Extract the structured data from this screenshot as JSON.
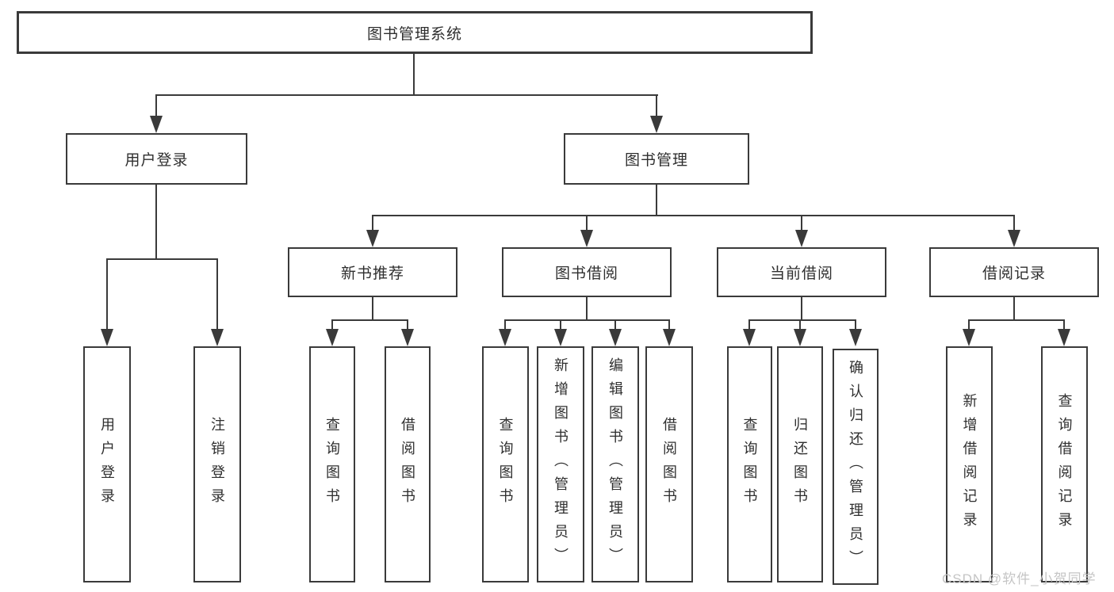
{
  "tree": {
    "label": "图书管理系统",
    "children": [
      {
        "label": "用户登录",
        "children": [
          {
            "label": "用户登录"
          },
          {
            "label": "注销登录"
          }
        ]
      },
      {
        "label": "图书管理",
        "children": [
          {
            "label": "新书推荐",
            "children": [
              {
                "label": "查询图书"
              },
              {
                "label": "借阅图书"
              }
            ]
          },
          {
            "label": "图书借阅",
            "children": [
              {
                "label": "查询图书"
              },
              {
                "label": "新增图书（管理员）"
              },
              {
                "label": "编辑图书（管理员）"
              },
              {
                "label": "借阅图书"
              }
            ]
          },
          {
            "label": "当前借阅",
            "children": [
              {
                "label": "查询图书"
              },
              {
                "label": "归还图书"
              },
              {
                "label": "确认归还（管理员）"
              }
            ]
          },
          {
            "label": "借阅记录",
            "children": [
              {
                "label": "新增借阅记录"
              },
              {
                "label": "查询借阅记录"
              }
            ]
          }
        ]
      }
    ]
  },
  "watermark": {
    "text": "CSDN @软件_小贺同学"
  },
  "colors": {
    "line": "#3a3a3a",
    "text": "#2f2f2f",
    "watermark": "#c5c5c5",
    "background": "#ffffff"
  }
}
